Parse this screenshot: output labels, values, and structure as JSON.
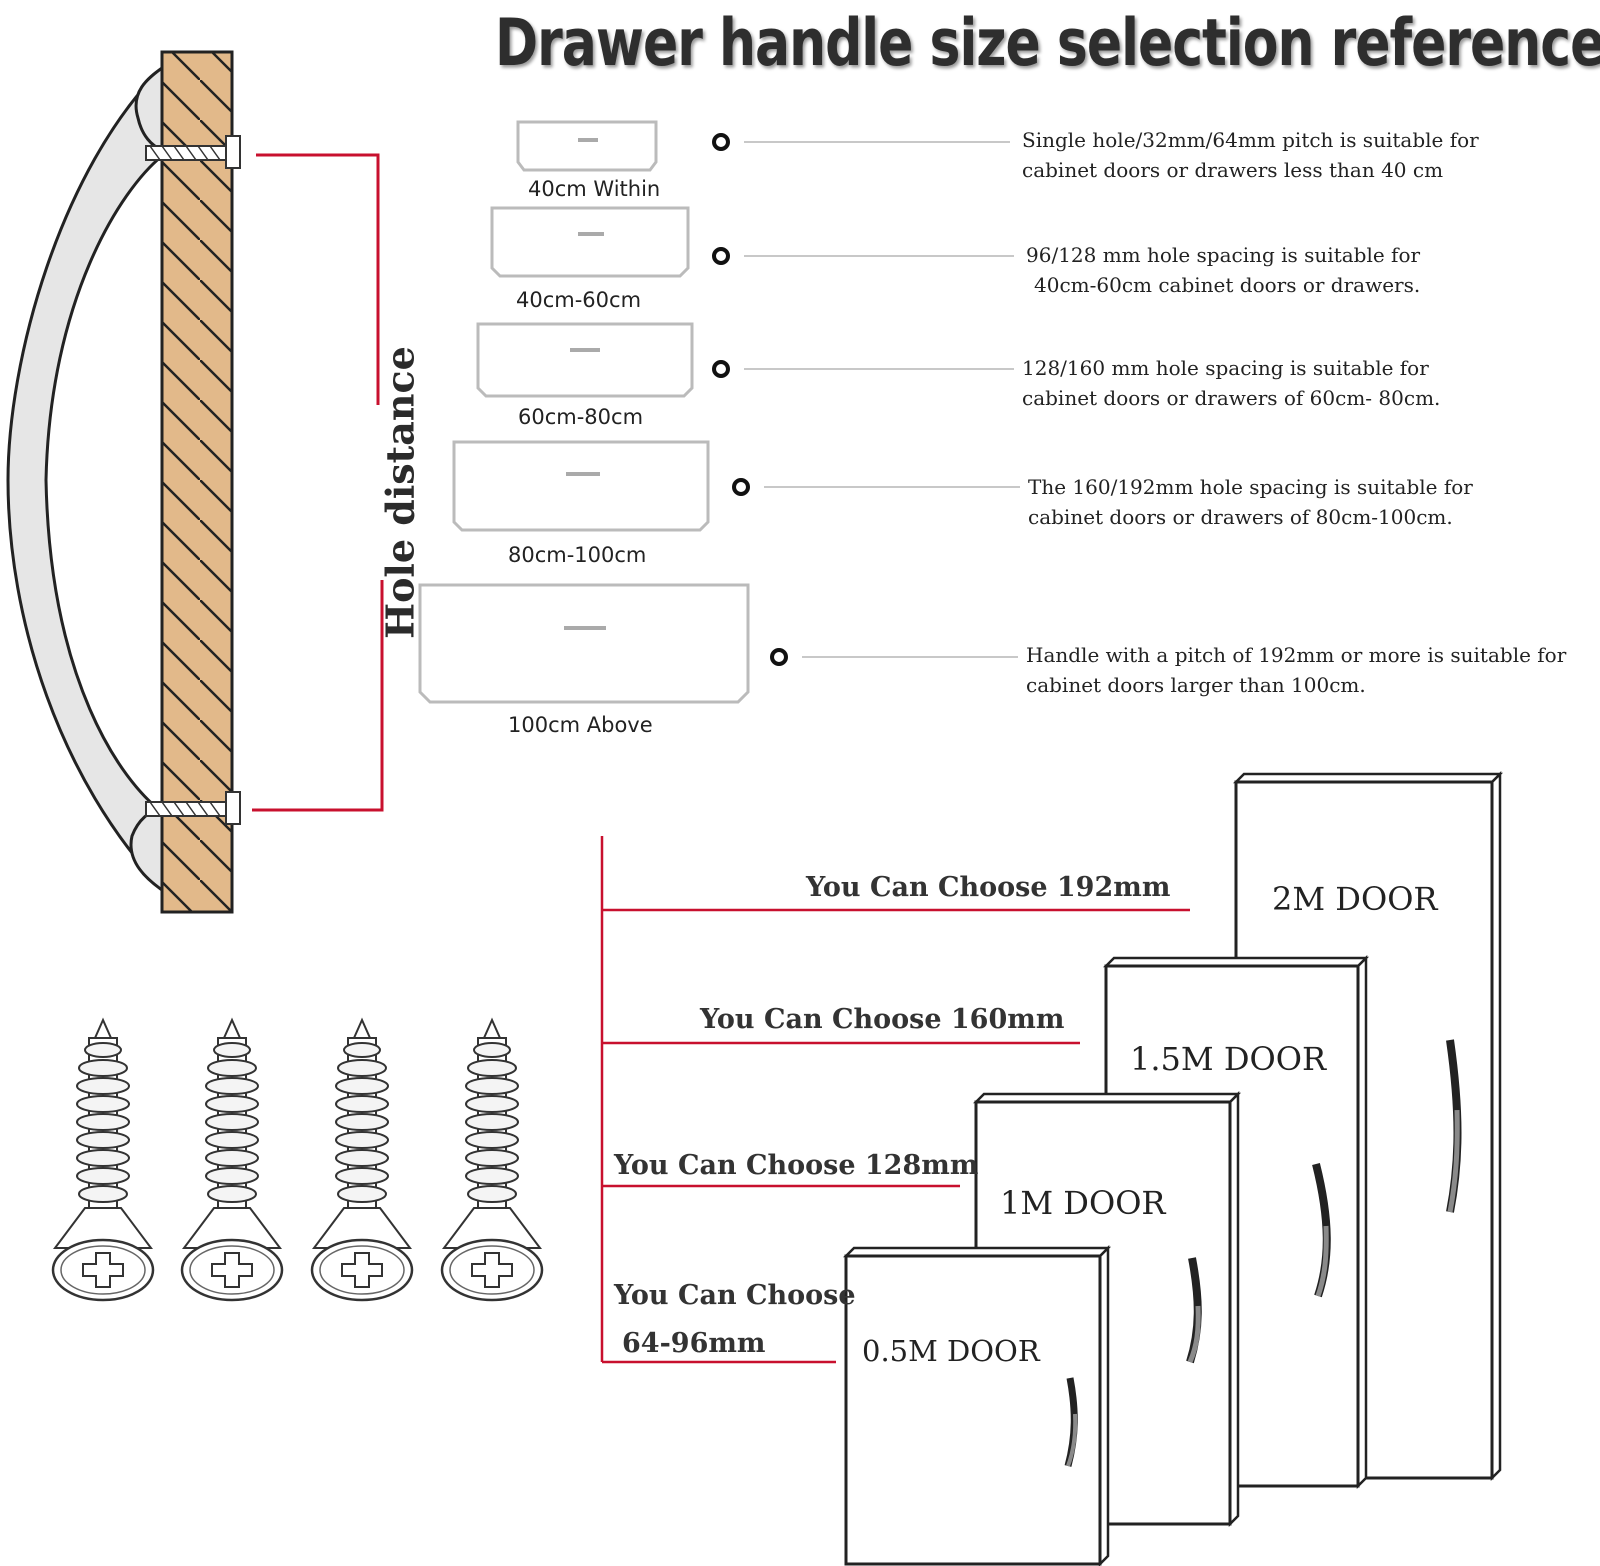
{
  "title": "Drawer handle size selection reference",
  "hole_distance_label": "Hole distance",
  "tiers": [
    {
      "label": "40cm Within",
      "desc1": "Single hole/32mm/64mm pitch is suitable for",
      "desc2": "cabinet doors or drawers less than 40 cm"
    },
    {
      "label": "40cm-60cm",
      "desc1": "96/128 mm hole spacing is suitable for",
      "desc2": "40cm-60cm cabinet doors or drawers."
    },
    {
      "label": "60cm-80cm",
      "desc1": "128/160 mm hole spacing is suitable for",
      "desc2": "cabinet doors or drawers of 60cm- 80cm."
    },
    {
      "label": "80cm-100cm",
      "desc1": "The 160/192mm hole spacing is suitable for",
      "desc2": "cabinet doors or drawers of 80cm-100cm."
    },
    {
      "label": "100cm  Above",
      "desc1": "Handle with a pitch of 192mm or more is suitable for",
      "desc2": "cabinet doors larger than 100cm."
    }
  ],
  "choices": [
    {
      "text": "You Can Choose 192mm"
    },
    {
      "text": "You Can Choose 160mm"
    },
    {
      "text": "You Can Choose 128mm"
    },
    {
      "text": "You Can Choose",
      "text2": "64-96mm"
    }
  ],
  "doors": [
    "2M DOOR",
    "1.5M DOOR",
    "1M DOOR",
    "0.5M DOOR"
  ],
  "colors": {
    "wood": "#e2b98a",
    "red_line": "#c8102e",
    "handle_fill": "#e6e6e6",
    "outline": "#222222"
  },
  "icons": [
    "handle-icon",
    "screw-icon"
  ]
}
